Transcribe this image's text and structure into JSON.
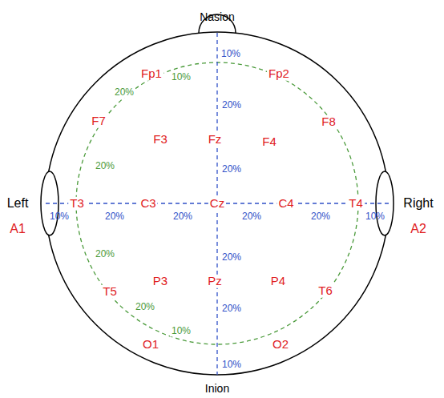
{
  "diagram": {
    "labels": [
      "Nasion",
      "Inion",
      "Left",
      "Right",
      "A1",
      "A2",
      "Fp1",
      "Fp2",
      "F7",
      "F3",
      "Fz",
      "F4",
      "F8",
      "T3",
      "C3",
      "Cz",
      "C4",
      "T4",
      "T5",
      "P3",
      "Pz",
      "P4",
      "T6",
      "O1",
      "O2",
      "10%",
      "20%",
      "20%",
      "10%",
      "20%",
      "20%",
      "20%",
      "20%",
      "10%",
      "20%",
      "20%",
      "10%",
      "10%",
      "20%",
      "20%",
      "20%",
      "20%",
      "10%"
    ]
  }
}
